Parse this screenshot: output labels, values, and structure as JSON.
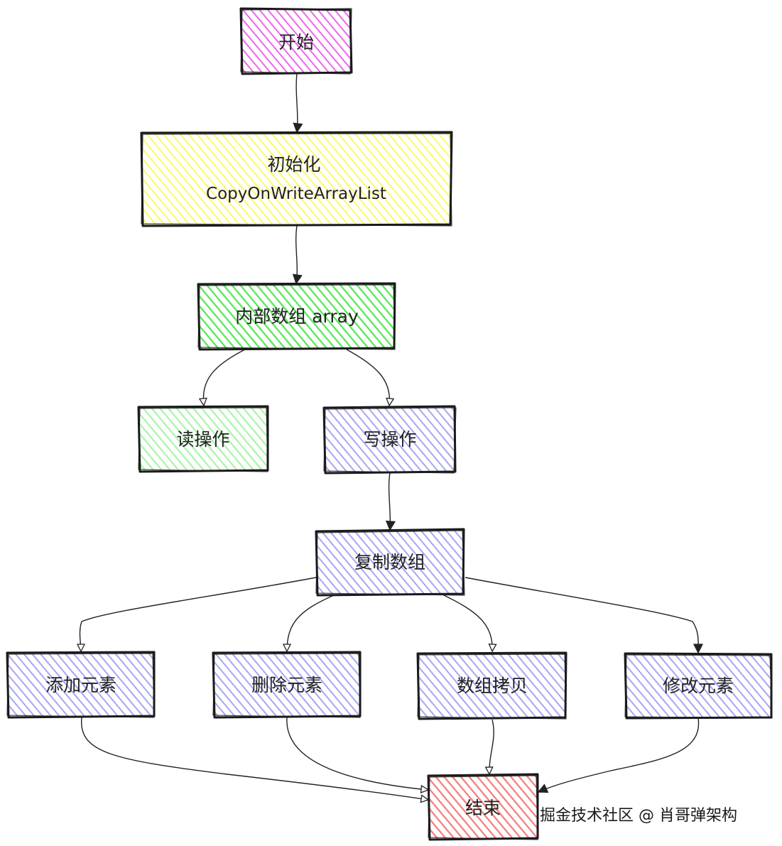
{
  "colors": {
    "start": "#ee66ee",
    "init": "#fafa66",
    "array": "#55e855",
    "read": "#aaf5aa",
    "op": "#a6a6f5",
    "end": "#f57d7d",
    "ink": "#1a1a1a"
  },
  "nodes": {
    "start": {
      "label": "开始"
    },
    "init": {
      "line1": "初始化",
      "line2": "CopyOnWriteArrayList"
    },
    "array": {
      "label": "内部数组 array"
    },
    "read": {
      "label": "读操作"
    },
    "write": {
      "label": "写操作"
    },
    "copy": {
      "label": "复制数组"
    },
    "add": {
      "label": "添加元素"
    },
    "delete": {
      "label": "删除元素"
    },
    "arraycopy": {
      "label": "数组拷贝"
    },
    "modify": {
      "label": "修改元素"
    },
    "end": {
      "label": "结束"
    }
  },
  "edges": [
    {
      "from": "start",
      "to": "init"
    },
    {
      "from": "init",
      "to": "array"
    },
    {
      "from": "array",
      "to": "read"
    },
    {
      "from": "array",
      "to": "write"
    },
    {
      "from": "write",
      "to": "copy"
    },
    {
      "from": "copy",
      "to": "add"
    },
    {
      "from": "copy",
      "to": "delete"
    },
    {
      "from": "copy",
      "to": "arraycopy"
    },
    {
      "from": "copy",
      "to": "modify"
    },
    {
      "from": "add",
      "to": "end"
    },
    {
      "from": "delete",
      "to": "end"
    },
    {
      "from": "arraycopy",
      "to": "end"
    },
    {
      "from": "modify",
      "to": "end"
    }
  ],
  "watermark": "掘金技术社区 @ 肖哥弹架构"
}
